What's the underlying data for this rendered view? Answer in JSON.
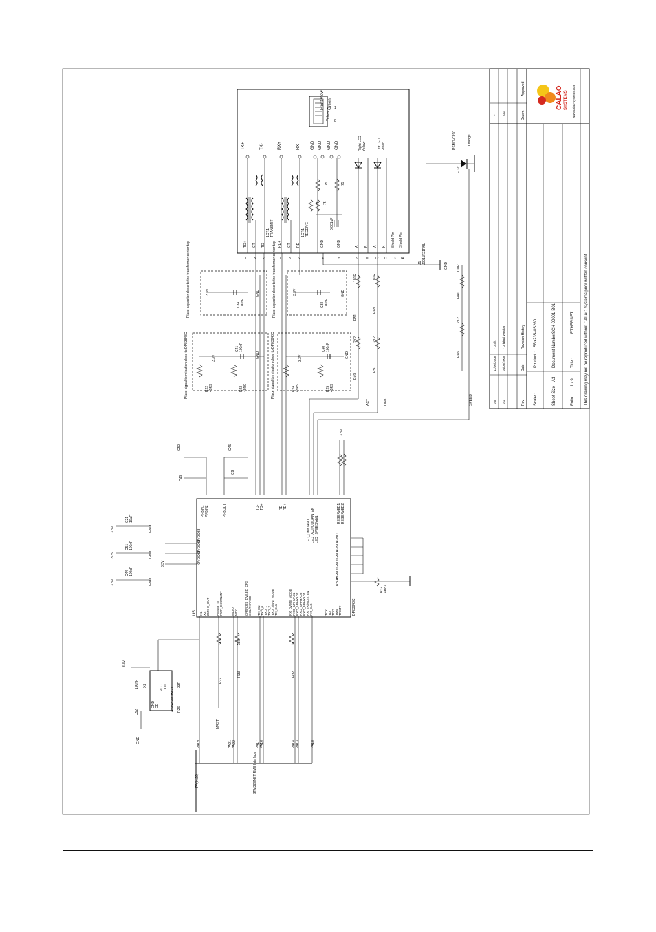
{
  "schematic": {
    "connector": {
      "ref": "J1",
      "part": "J0011F21PNL",
      "view_label": "Front View",
      "led_right_title": "Right LED",
      "led_right_color": "Yellow",
      "led_left_title": "Left LED",
      "led_left_color": "Green",
      "pins_left": [
        "TD+",
        "CT",
        "TD-",
        "RD+",
        "CT",
        "RD-",
        "GND",
        "GND"
      ],
      "pin_numbers": [
        "1",
        "3",
        "2",
        "7",
        "8",
        "6",
        "4",
        "5",
        "9",
        "10",
        "12",
        "11",
        "13",
        "14"
      ],
      "right_labels": [
        "TX+",
        "TX-",
        "RX+",
        "RX-",
        "GND",
        "GND",
        "GND",
        "GND"
      ],
      "bottom_pins": [
        "A",
        "K",
        "A",
        "K",
        "Shield Pin",
        "Shield Pin"
      ],
      "transmit_label": "TRANSMIT",
      "receive_label": "RECEIVE",
      "ct_label": "1CT:1",
      "cap_label": "0.001uF",
      "res_labels": [
        "75",
        "75",
        "75",
        "75"
      ],
      "green_label": "Green",
      "yellow_label": "Yellow",
      "num_8": "8",
      "num_1": "1"
    },
    "led2": {
      "ref": "LED2",
      "part": "PSMD-C190",
      "color": "Orange"
    },
    "notes": {
      "top1": "Place capacitor close to the transformer center tap",
      "top2": "Place capacitor close to the transformer center tap",
      "mid1": "Place signal termination close to DP83848C",
      "mid2": "Place signal termination close to DP83848C"
    },
    "parts_top": {
      "c34": "C34",
      "c34v": "100nF",
      "c38": "C38",
      "c38v": "100nF",
      "c41": "C41",
      "c41v": "100nF",
      "c40": "C40",
      "c40v": "100nF",
      "r22": "R22",
      "r22v": "49R9",
      "r23": "R23",
      "r23v": "49R9",
      "r24": "R24",
      "r24v": "49R9",
      "r25": "R25",
      "r25v": "49R9",
      "r51": "R51",
      "r51v": "180R",
      "r48": "R48",
      "r48v": "180R",
      "r49": "R49",
      "r49v": "2K2",
      "r50": "R50",
      "r50v": "2K2",
      "r41": "R41",
      "r41v": "110R",
      "r46": "R46",
      "r46v": "2K2",
      "v33": "3.3V",
      "gnd": "GND",
      "act": "ACT",
      "link": "LINK",
      "speed": "SPEED"
    },
    "chip": {
      "ref": "U5",
      "part": "DP83848C",
      "left_pins": [
        "X1",
        "X2",
        "25MHz_OUT",
        "RESET_N",
        "PWR_DOWN/INT",
        "MDIO",
        "MDC",
        "CRS/CRS_DV/LED_CFG",
        "COL/PHYAD0",
        "TX_EN",
        "TXD_0",
        "TXD_1",
        "TXD_2",
        "TXD_3/SNI_MODE",
        "TX_CLK",
        "RX_DV/MII_MODE",
        "RXD_0/PHYAD1",
        "RXD_1/PHYAD2",
        "RXD_2/PHYAD3",
        "RXD_3/PHYAD4",
        "RX_ER/MDIX_EN",
        "RX_CLK",
        "TCK",
        "TDI",
        "TDO",
        "TMS",
        "TRST#"
      ],
      "right_pins": [
        "AGND",
        "AGND",
        "DGND",
        "DGND",
        "DGND",
        "RBIAS",
        "RESERVED1",
        "RESERVED2",
        "LED_LINK/AN0",
        "LED_ACT/COL/AN_EN",
        "LED_SPEED/AN1"
      ],
      "top_pins": [
        "IOVDD33",
        "IOVDD33",
        "IOVDD33",
        "PFBIN1",
        "PFBIN2",
        "PFBOUT",
        "TD-",
        "TD+",
        "RD-",
        "RD+"
      ]
    },
    "left": {
      "osc_ref": "X2",
      "osc_part": "ASV-25MHz-E-T",
      "osc_pins": [
        "GND",
        "OE",
        "VCC",
        "OUT"
      ],
      "osc_cap": "100nF",
      "osc_cap_ref": "C52",
      "osc_res": "33R",
      "osc_res_ref": "R26",
      "bus_label": "PA[0..20]",
      "bus_note": "STM32ENET RMII Interface",
      "nets": [
        "PA19",
        "PA20",
        "PA21",
        "PA22",
        "PA17",
        "PA16",
        "PA15",
        "PA14",
        "PA13",
        "PA18"
      ],
      "mrst": "MRST",
      "r27": "R27",
      "r27v": "1K5",
      "r33": "R33",
      "r33v": "33R",
      "r32": "R32",
      "r32v": "2K2",
      "r37": "R37",
      "r37v": "4K87",
      "decoup": [
        "C51",
        "C44",
        "C42",
        "C49",
        "C9",
        "C50",
        "C45"
      ],
      "decoup_val": "100nF",
      "c21": "C21",
      "c21v": "10uF"
    },
    "power": {
      "v33": "3.3V",
      "gnd": "GND"
    }
  },
  "title_block": {
    "revisions": [
      {
        "rev": "0.0",
        "date": "11/06/2008",
        "history": "- Draft",
        "drawn": "-",
        "approved": ""
      },
      {
        "rev": "0.1",
        "date": "04/03/2008",
        "history": "- Original version",
        "drawn": "GG",
        "approved": ""
      }
    ],
    "headers": {
      "rev": "Rev",
      "date": "Date",
      "history": "Revision History",
      "drawn": "Drawn",
      "approved": "Approved"
    },
    "scale_label": "Scale :",
    "product_label": "Product :",
    "product": "SBx235-AS260",
    "sheet_size_label": "Sheet Size :",
    "sheet_size": "A3",
    "document_label": "Document Number :",
    "document": "SCH-00001-B01",
    "folio_label": "Folio :",
    "folio": "1 / 9",
    "title_label": "Title :",
    "title": "ETHERNET",
    "copyright": "This drawing may not be reproduced without CALAO Systems prior written consent.",
    "logo_text": "CALAO",
    "logo_sub": "SYSTEMS",
    "website": "www.calao-systems.com"
  },
  "colors": {
    "logo_orange": "#f08a1c",
    "logo_red": "#d4291f",
    "logo_yellow": "#f5c518"
  }
}
